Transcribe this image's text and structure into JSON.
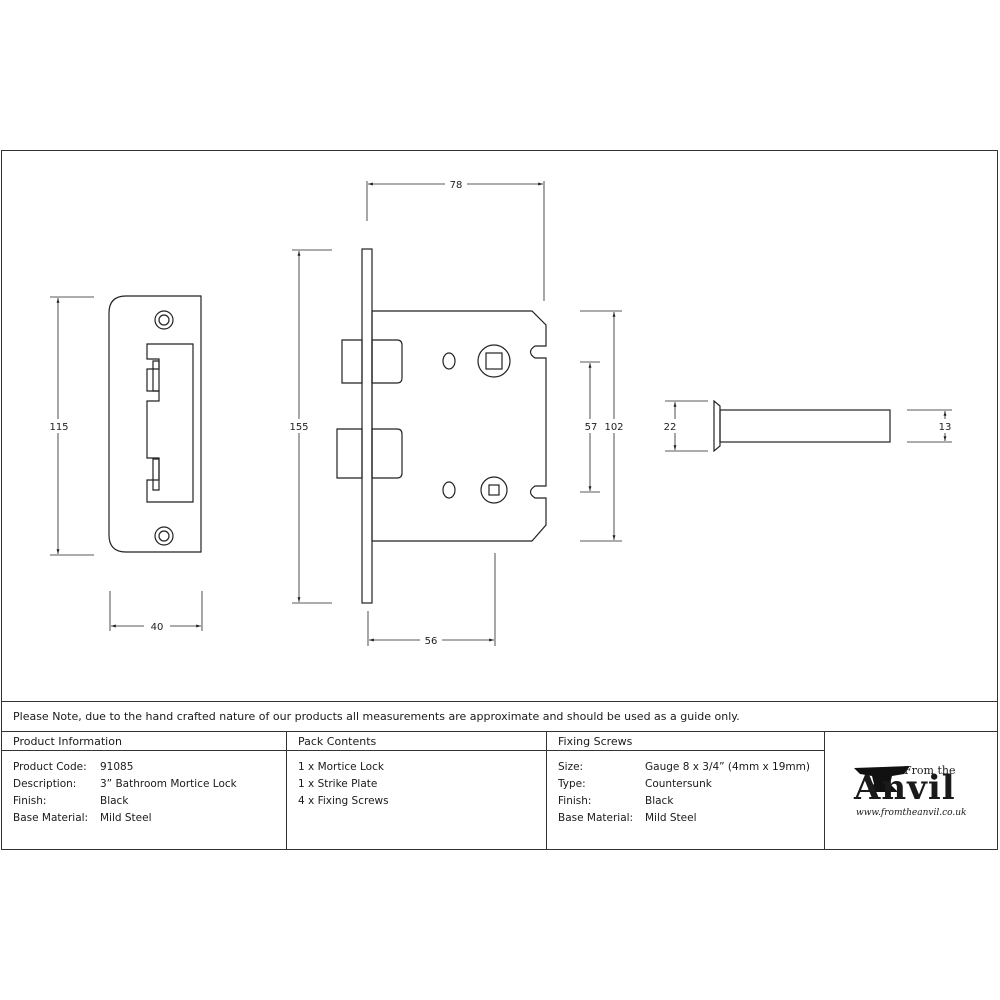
{
  "dimensions": {
    "strike_height": "115",
    "strike_width": "40",
    "forend_height": "155",
    "case_width": "78",
    "backset": "56",
    "centres": "57",
    "case_height": "102",
    "head_dia": "22",
    "screw_len": "13"
  },
  "note": "Please Note, due to the hand crafted nature of our products all measurements are approximate and should be used as a guide only.",
  "product_info": {
    "heading": "Product Information",
    "rows": [
      {
        "label": "Product Code:",
        "value": "91085"
      },
      {
        "label": "Description:",
        "value": "3” Bathroom Mortice Lock"
      },
      {
        "label": "Finish:",
        "value": "Black"
      },
      {
        "label": "Base Material:",
        "value": "Mild Steel"
      }
    ]
  },
  "pack_contents": {
    "heading": "Pack Contents",
    "items": [
      "1 x Mortice Lock",
      "1 x Strike Plate",
      "4 x Fixing Screws"
    ]
  },
  "fixing_screws": {
    "heading": "Fixing Screws",
    "rows": [
      {
        "label": "Size:",
        "value": "Gauge 8 x 3/4” (4mm x 19mm)"
      },
      {
        "label": "Type:",
        "value": "Countersunk"
      },
      {
        "label": "Finish:",
        "value": "Black"
      },
      {
        "label": "Base Material:",
        "value": "Mild Steel"
      }
    ]
  },
  "logo": {
    "from_the": "From the",
    "brand": "Anvil",
    "url": "www.fromtheanvil.co.uk"
  }
}
